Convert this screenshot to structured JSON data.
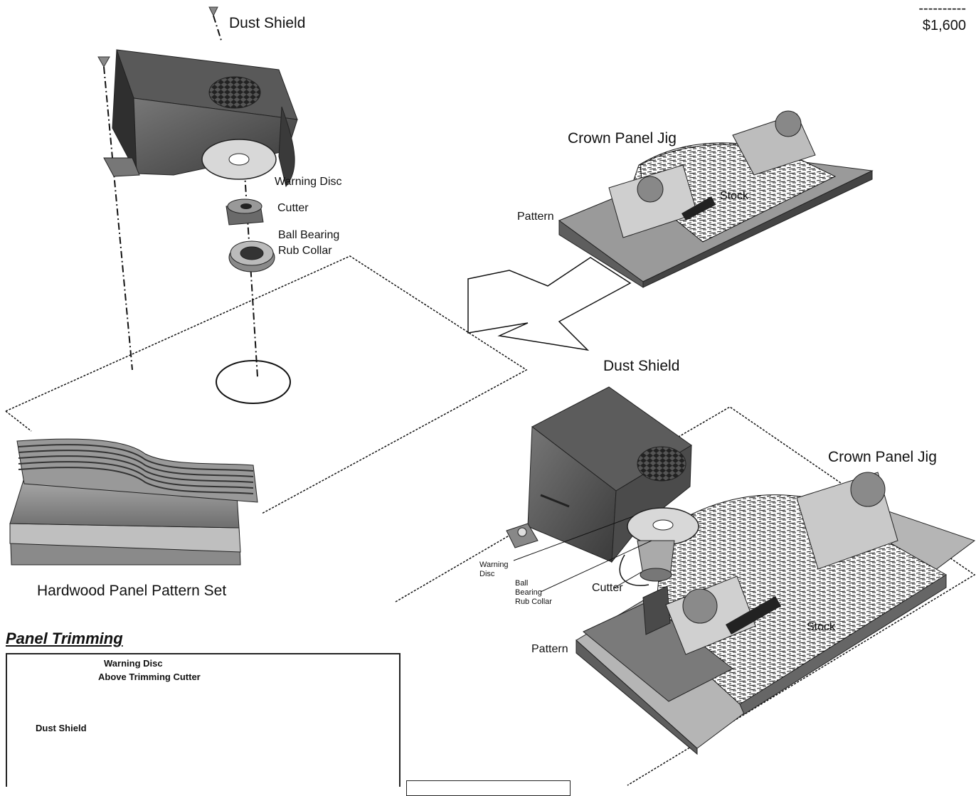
{
  "price": {
    "dashes": "----------",
    "amount": "$1,600"
  },
  "top_assembly": {
    "dust_shield": "Dust Shield",
    "warning_disc": "Warning Disc",
    "cutter": "Cutter",
    "ball_bearing": "Ball Bearing",
    "rub_collar": "Rub Collar"
  },
  "top_jig": {
    "crown_panel_jig": "Crown Panel Jig",
    "stock": "Stock",
    "pattern": "Pattern"
  },
  "pattern_set": {
    "caption": "Hardwood Panel Pattern Set"
  },
  "bottom_assembly": {
    "dust_shield": "Dust Shield",
    "crown_panel_jig": "Crown Panel Jig",
    "warning_disc": "Warning Disc",
    "ball_bearing_rub_collar": "Ball Bearing Rub Collar",
    "cutter": "Cutter",
    "stock": "Stock",
    "pattern": "Pattern"
  },
  "panel_trimming": {
    "heading": "Panel Trimming",
    "warning_disc": "Warning Disc",
    "above_trimming_cutter": "Above Trimming Cutter",
    "dust_shield": "Dust Shield"
  }
}
